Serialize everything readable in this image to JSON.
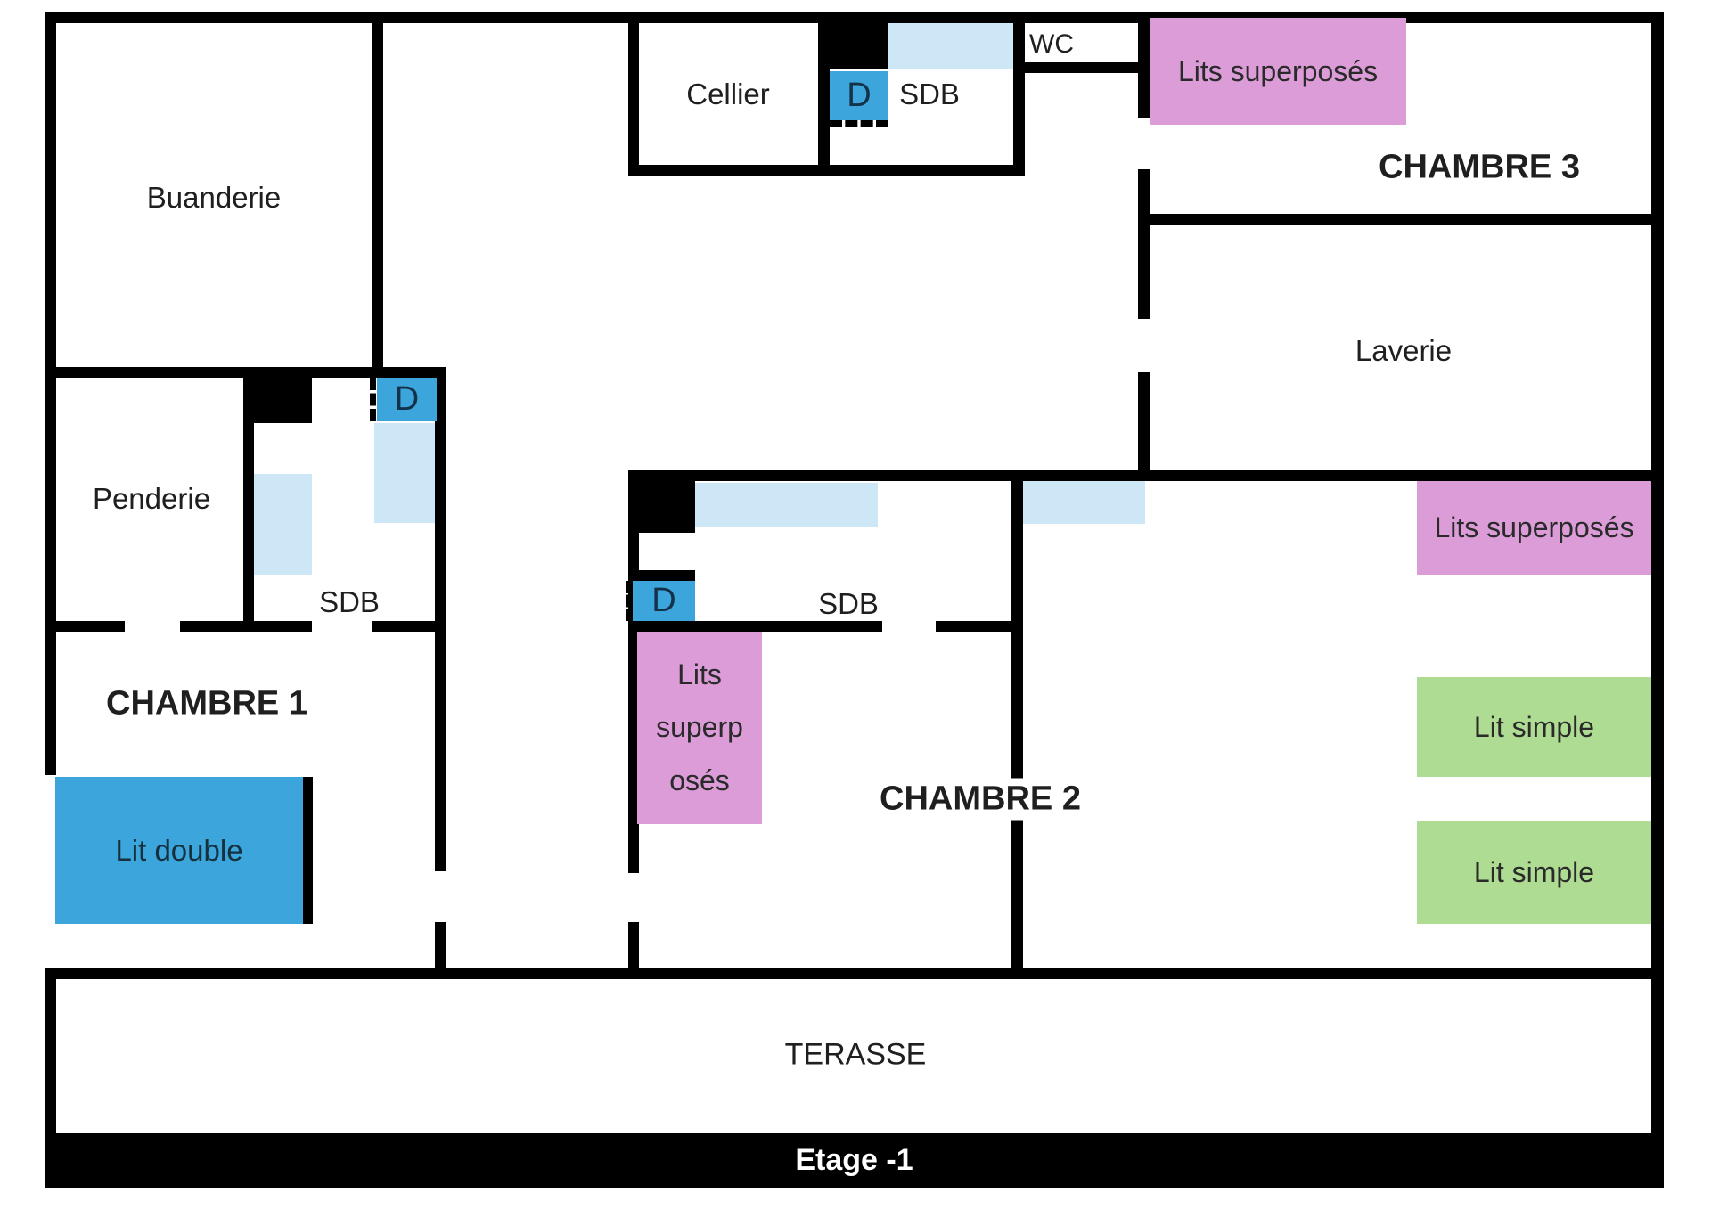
{
  "floor": {
    "label": "Etage -1"
  },
  "colors": {
    "wall": "#000000",
    "door_azure": "#3ba5dc",
    "window_light_blue": "#cee7f7",
    "bunk_pink": "#db9cd8",
    "single_bed_green": "#aedc92",
    "double_bed_azure": "#3ba5dc",
    "footer_bg": "#000000",
    "footer_text": "#ffffff",
    "label_text": "#1f1f1f"
  },
  "rooms": {
    "buanderie": {
      "name": "Buanderie"
    },
    "cellier": {
      "name": "Cellier"
    },
    "sdb_top": {
      "name": "SDB"
    },
    "wc": {
      "name": "WC"
    },
    "chambre3": {
      "name": "CHAMBRE 3"
    },
    "laverie": {
      "name": "Laverie"
    },
    "penderie": {
      "name": "Penderie"
    },
    "sdb_left": {
      "name": "SDB"
    },
    "sdb_center": {
      "name": "SDB"
    },
    "chambre1": {
      "name": "CHAMBRE 1"
    },
    "chambre2": {
      "name": "CHAMBRE 2"
    },
    "terasse": {
      "name": "TERASSE"
    }
  },
  "doors": {
    "d1": {
      "label": "D"
    },
    "d2": {
      "label": "D"
    },
    "d3": {
      "label": "D"
    }
  },
  "furniture": {
    "bunk_chambre3": {
      "label": "Lits superposés"
    },
    "bunk_right": {
      "label": "Lits superposés"
    },
    "bunk_chambre2": {
      "label": "Lits\nsuperp\nosés"
    },
    "bed_double": {
      "label": "Lit double"
    },
    "bed_single_1": {
      "label": "Lit simple"
    },
    "bed_single_2": {
      "label": "Lit simple"
    }
  }
}
